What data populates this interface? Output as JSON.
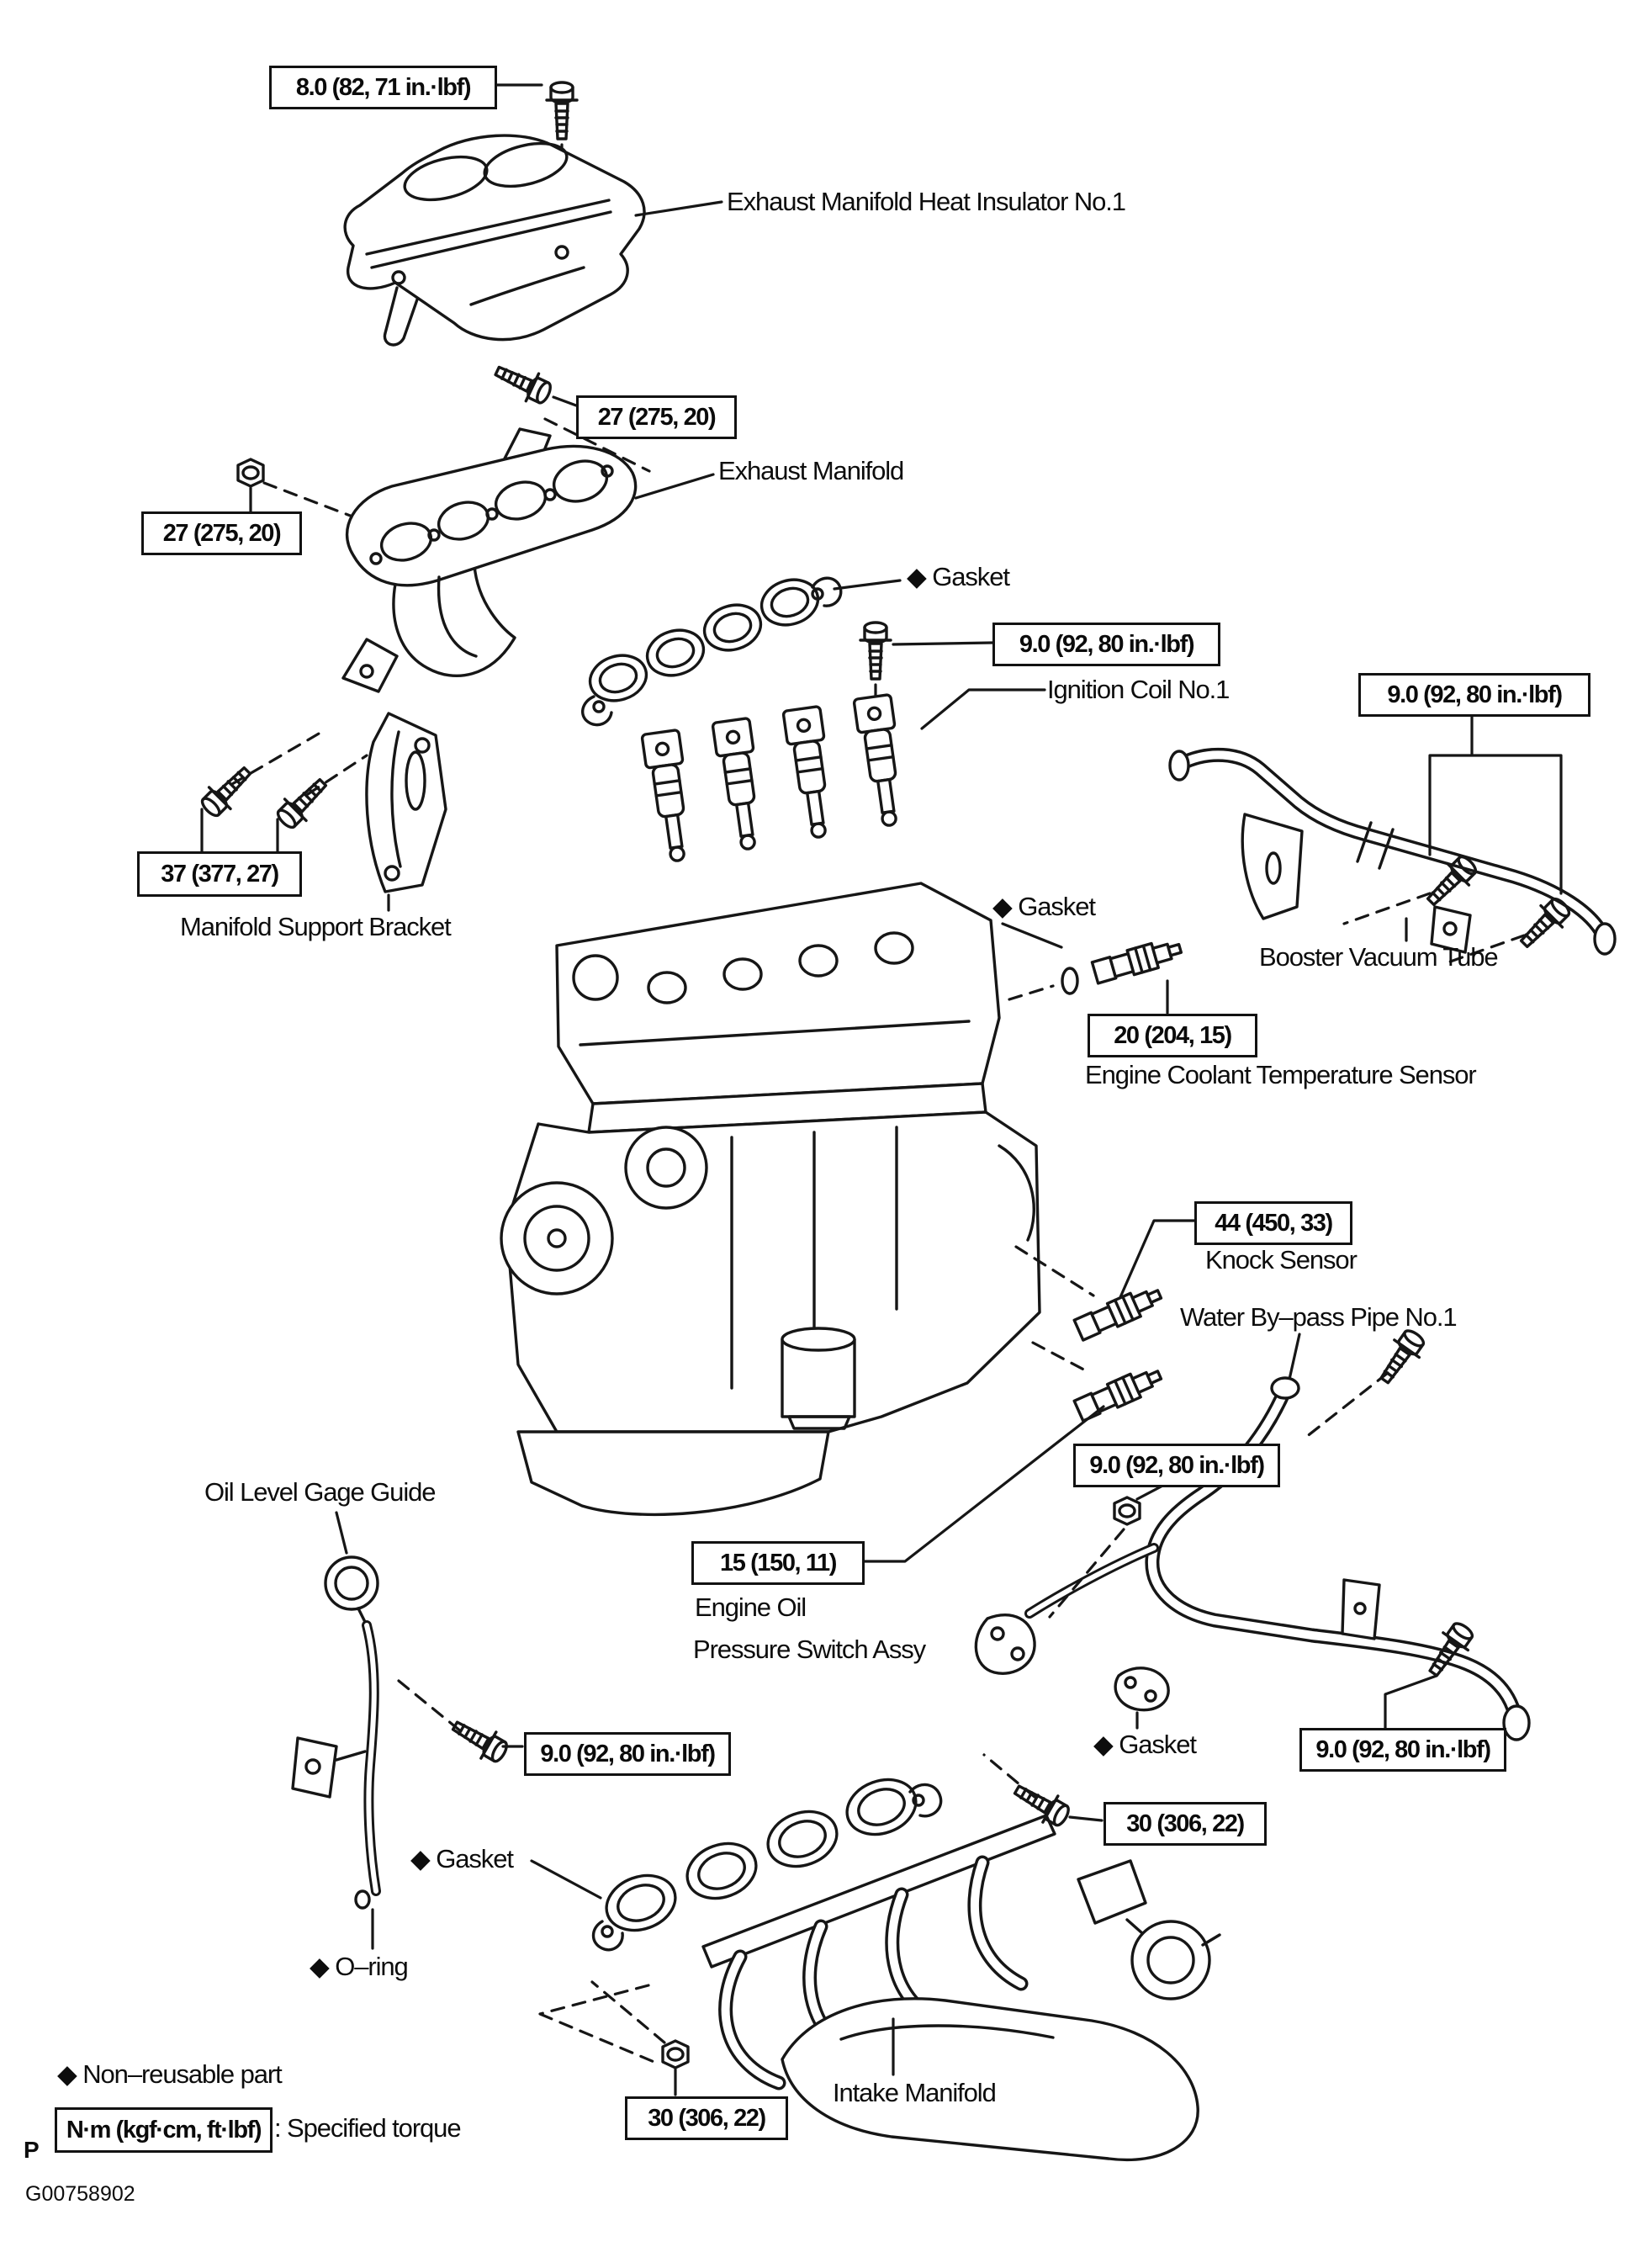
{
  "document": {
    "type": "engine-component-exploded-diagram",
    "figure_code": "G00758902",
    "page_marker": "P",
    "line_color": "#161616",
    "background_color": "#ffffff"
  },
  "torque_boxes": {
    "heat_insulator_bolt": "8.0 (82, 71 in.·lbf)",
    "manifold_bolt_upper": "27 (275, 20)",
    "manifold_nut_left": "27 (275, 20)",
    "ignition_coil_bolt": "9.0 (92, 80 in.·lbf)",
    "vacuum_tube_bolts": "9.0 (92, 80 in.·lbf)",
    "support_bracket_bolts": "37 (377, 27)",
    "coolant_sensor": "20 (204, 15)",
    "knock_sensor": "44 (450, 33)",
    "bypass_pipe_nut": "9.0 (92, 80 in.·lbf)",
    "oil_pressure_switch": "15 (150, 11)",
    "gage_guide_bolt": "9.0 (92, 80 in.·lbf)",
    "bypass_pipe_bolt": "9.0 (92, 80 in.·lbf)",
    "intake_manifold_bolt": "30 (306, 22)",
    "intake_manifold_nut": "30 (306, 22)"
  },
  "part_labels": {
    "heat_insulator": "Exhaust Manifold Heat Insulator No.1",
    "exhaust_manifold": "Exhaust Manifold",
    "exhaust_gasket": "◆ Gasket",
    "ignition_coil": "Ignition Coil No.1",
    "support_bracket": "Manifold Support Bracket",
    "coolant_gasket": "◆ Gasket",
    "booster_tube": "Booster Vacuum Tube",
    "coolant_sensor": "Engine Coolant Temperature Sensor",
    "knock_sensor": "Knock Sensor",
    "bypass_pipe": "Water By–pass Pipe No.1",
    "oil_gage_guide": "Oil Level Gage Guide",
    "oil_switch_line1": "Engine Oil",
    "oil_switch_line2": "Pressure Switch Assy",
    "intake_gasket": "◆ Gasket",
    "pipe_gasket": "◆ Gasket",
    "o_ring": "◆ O–ring",
    "intake_manifold": "Intake Manifold"
  },
  "legend": {
    "non_reusable": "◆ Non–reusable part",
    "torque_unit": "N·m (kgf·cm, ft·lbf)",
    "torque_caption": ": Specified torque"
  }
}
